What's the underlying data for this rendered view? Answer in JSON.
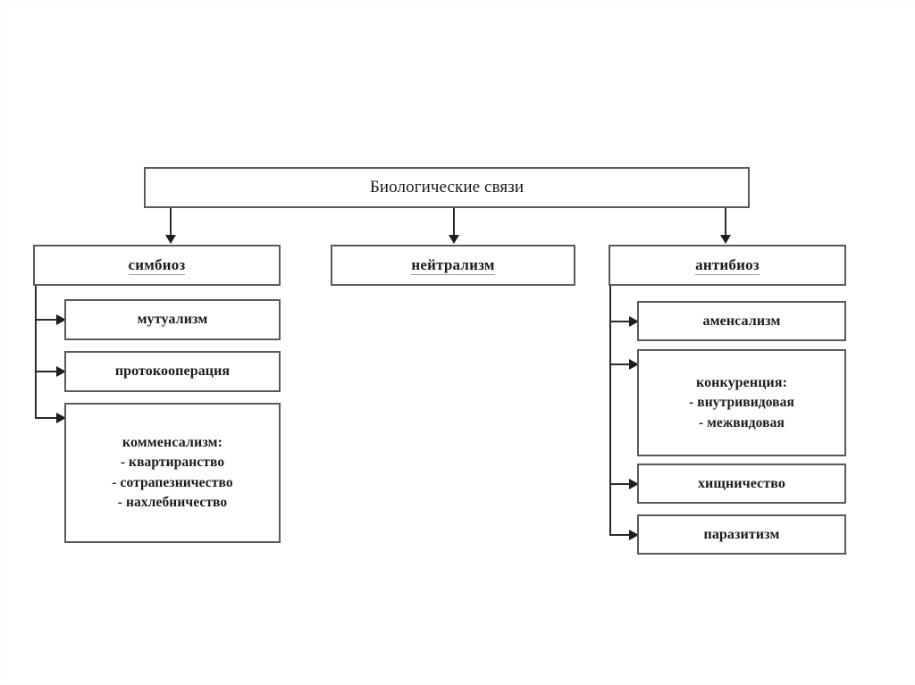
{
  "diagram": {
    "title": "Биологические связи",
    "root": {
      "label": "Биологические связи"
    },
    "branches": [
      {
        "key": "symbiosis",
        "label": "симбиоз",
        "children": [
          {
            "key": "mutualism",
            "lines": [
              "мутуализм"
            ]
          },
          {
            "key": "protocooperation",
            "lines": [
              "протокооперация"
            ]
          },
          {
            "key": "commensalism",
            "lines": [
              "комменсализм:",
              "- квартиранство",
              "- сотрапезничество",
              "- нахлебничество"
            ]
          }
        ]
      },
      {
        "key": "neutralism",
        "label": "нейтрализм",
        "children": []
      },
      {
        "key": "antibiosis",
        "label": "антибиоз",
        "children": [
          {
            "key": "amensalism",
            "lines": [
              "аменсализм"
            ]
          },
          {
            "key": "competition",
            "lines": [
              "конкуренция:",
              "- внутривидовая",
              "- межвидовая"
            ]
          },
          {
            "key": "predation",
            "lines": [
              "хищничество"
            ]
          },
          {
            "key": "parasitism",
            "lines": [
              "паразитизм"
            ]
          }
        ]
      }
    ]
  },
  "labels": {
    "root": "Биологические связи",
    "symbiosis": "симбиоз",
    "neutralism": "нейтрализм",
    "antibiosis": "антибиоз",
    "mutualism": "мутуализм",
    "protocooperation": "протокооперация",
    "commensalism_head": "комменсализм:",
    "commensalism_1": "- квартиранство",
    "commensalism_2": "- сотрапезничество",
    "commensalism_3": "- нахлебничество",
    "amensalism": "аменсализм",
    "competition_head": "конкуренция:",
    "competition_1": "- внутривидовая",
    "competition_2": "- межвидовая",
    "predation": "хищничество",
    "parasitism": "паразитизм"
  },
  "colors": {
    "background": "#ffffff",
    "box_border": "#5a5a5a",
    "connector": "#2b2b2b",
    "text": "#1a1a1a"
  }
}
